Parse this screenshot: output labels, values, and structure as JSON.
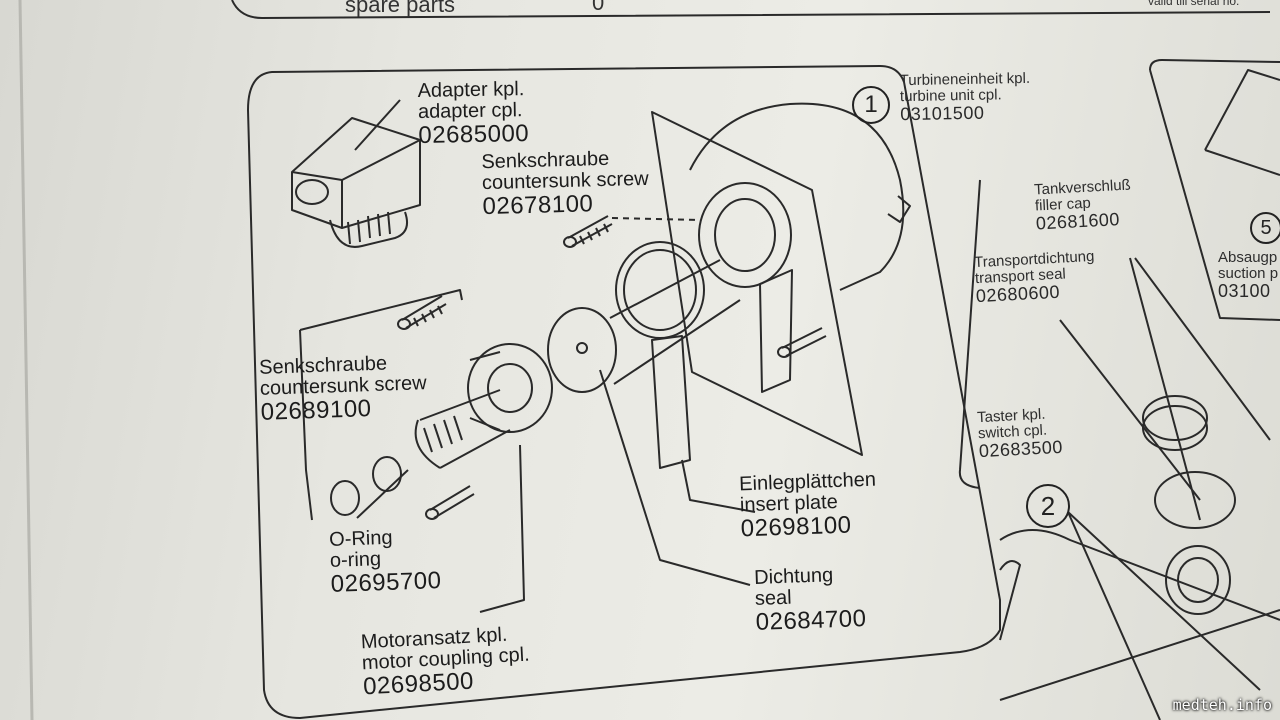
{
  "header": {
    "title_fragment": "spare parts",
    "number_fragment": "0",
    "note_fragment": "valid till serial no."
  },
  "sections": {
    "turbine": {
      "marker": "1",
      "de": "Turbineneinheit kpl.",
      "en": "turbine unit cpl.",
      "num": "03101500"
    },
    "switch": {
      "marker": "2",
      "de": "Taster kpl.",
      "en": "switch cpl.",
      "num": "02683500"
    },
    "suction": {
      "marker": "5",
      "de": "Absaugp",
      "en": "suction p",
      "num": "03100"
    }
  },
  "parts": {
    "adapter": {
      "de": "Adapter kpl.",
      "en": "adapter cpl.",
      "num": "02685000"
    },
    "screw_top": {
      "de": "Senkschraube",
      "en": "countersunk screw",
      "num": "02678100"
    },
    "screw_left": {
      "de": "Senkschraube",
      "en": "countersunk screw",
      "num": "02689100"
    },
    "oring": {
      "de": "O-Ring",
      "en": "o-ring",
      "num": "02695700"
    },
    "motor": {
      "de": "Motoransatz kpl.",
      "en": "motor coupling cpl.",
      "num": "02698500"
    },
    "insert": {
      "de": "Einlegplättchen",
      "en": "insert plate",
      "num": "02698100"
    },
    "seal": {
      "de": "Dichtung",
      "en": "seal",
      "num": "02684700"
    },
    "filler": {
      "de": "Tankverschluß",
      "en": "filler cap",
      "num": "02681600"
    },
    "transport": {
      "de": "Transportdichtung",
      "en": "transport seal",
      "num": "02680600"
    }
  },
  "watermark": "medteh.info"
}
